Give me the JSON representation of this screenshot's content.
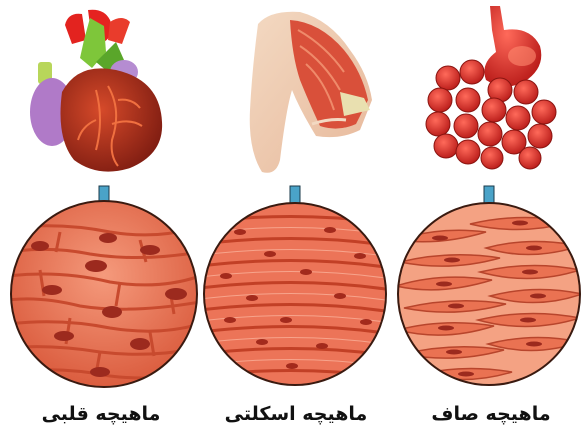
{
  "muscles": {
    "cardiac": {
      "label": "ماهیچه قلبی",
      "organ": "heart-icon"
    },
    "skeletal": {
      "label": "ماهیچه اسکلتی",
      "organ": "arm-muscle-icon"
    },
    "smooth": {
      "label": "ماهیچه صاف",
      "organ": "digestive-system-icon"
    }
  },
  "colors": {
    "arrow": "#4aa3c8",
    "tissue_light": "#f07a5a",
    "tissue_dark": "#c84a2e",
    "nucleus": "#9c2a1e",
    "circle_border": "#3a1a10"
  }
}
